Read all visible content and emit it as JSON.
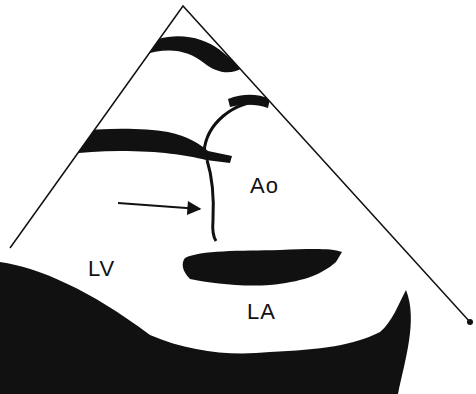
{
  "diagram": {
    "labels": [
      "Ao",
      "LV",
      "LA"
    ]
  }
}
